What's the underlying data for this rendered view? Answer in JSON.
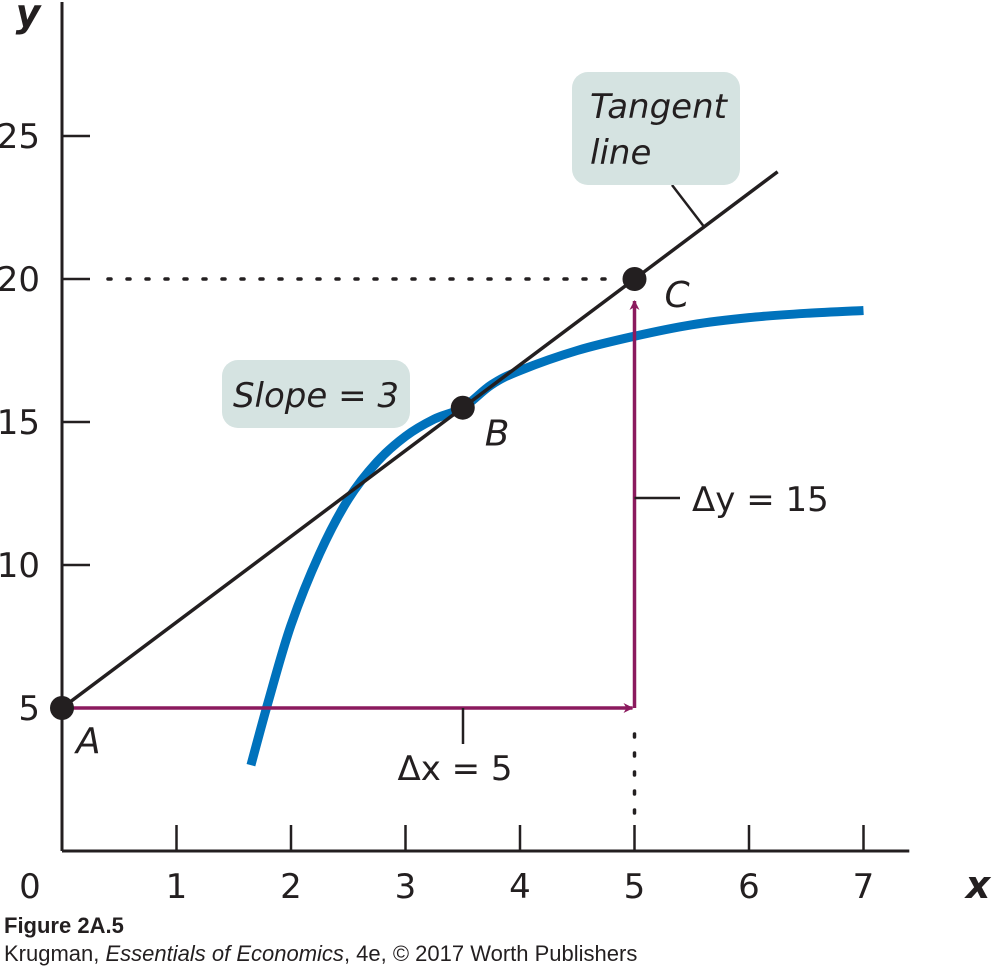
{
  "chart_data": {
    "type": "line",
    "xlabel": "x",
    "ylabel": "y",
    "xlim": [
      0,
      7.4
    ],
    "ylim": [
      0,
      29
    ],
    "x_ticks": [
      0,
      1,
      2,
      3,
      4,
      5,
      6,
      7
    ],
    "y_ticks": [
      5,
      10,
      15,
      20,
      25
    ],
    "origin_label": "0",
    "curve": [
      {
        "x": 1.65,
        "y": 3.0
      },
      {
        "x": 1.8,
        "y": 5.2
      },
      {
        "x": 2.0,
        "y": 7.9
      },
      {
        "x": 2.25,
        "y": 10.4
      },
      {
        "x": 2.5,
        "y": 12.3
      },
      {
        "x": 2.75,
        "y": 13.6
      },
      {
        "x": 3.0,
        "y": 14.5
      },
      {
        "x": 3.25,
        "y": 15.1
      },
      {
        "x": 3.5,
        "y": 15.5
      },
      {
        "x": 3.75,
        "y": 16.3
      },
      {
        "x": 4.0,
        "y": 16.8
      },
      {
        "x": 4.5,
        "y": 17.5
      },
      {
        "x": 5.0,
        "y": 18.0
      },
      {
        "x": 5.5,
        "y": 18.4
      },
      {
        "x": 6.0,
        "y": 18.65
      },
      {
        "x": 6.5,
        "y": 18.8
      },
      {
        "x": 7.0,
        "y": 18.9
      }
    ],
    "tangent_line": {
      "x1": 0,
      "y1": 5,
      "x2": 6.25,
      "y2": 23.75
    },
    "points": [
      {
        "label": "A",
        "x": 0,
        "y": 5
      },
      {
        "label": "B",
        "x": 3.5,
        "y": 15.5
      },
      {
        "label": "C",
        "x": 5,
        "y": 20
      }
    ],
    "annotations": {
      "tangent_box": [
        "Tangent",
        "line"
      ],
      "slope_box": "Slope = 3",
      "delta_x": "Δx = 5",
      "delta_y": "Δy = 15"
    },
    "colors": {
      "curve": "#0072bc",
      "tangent": "#231f20",
      "arrows": "#8b1a5e",
      "label_box": "#d5e3e1",
      "points": "#231f20"
    }
  },
  "caption": {
    "figure": "Figure 2A.5",
    "author": "Krugman, ",
    "book": "Essentials of Economics",
    "rest": ", 4e, © 2017 Worth Publishers"
  }
}
